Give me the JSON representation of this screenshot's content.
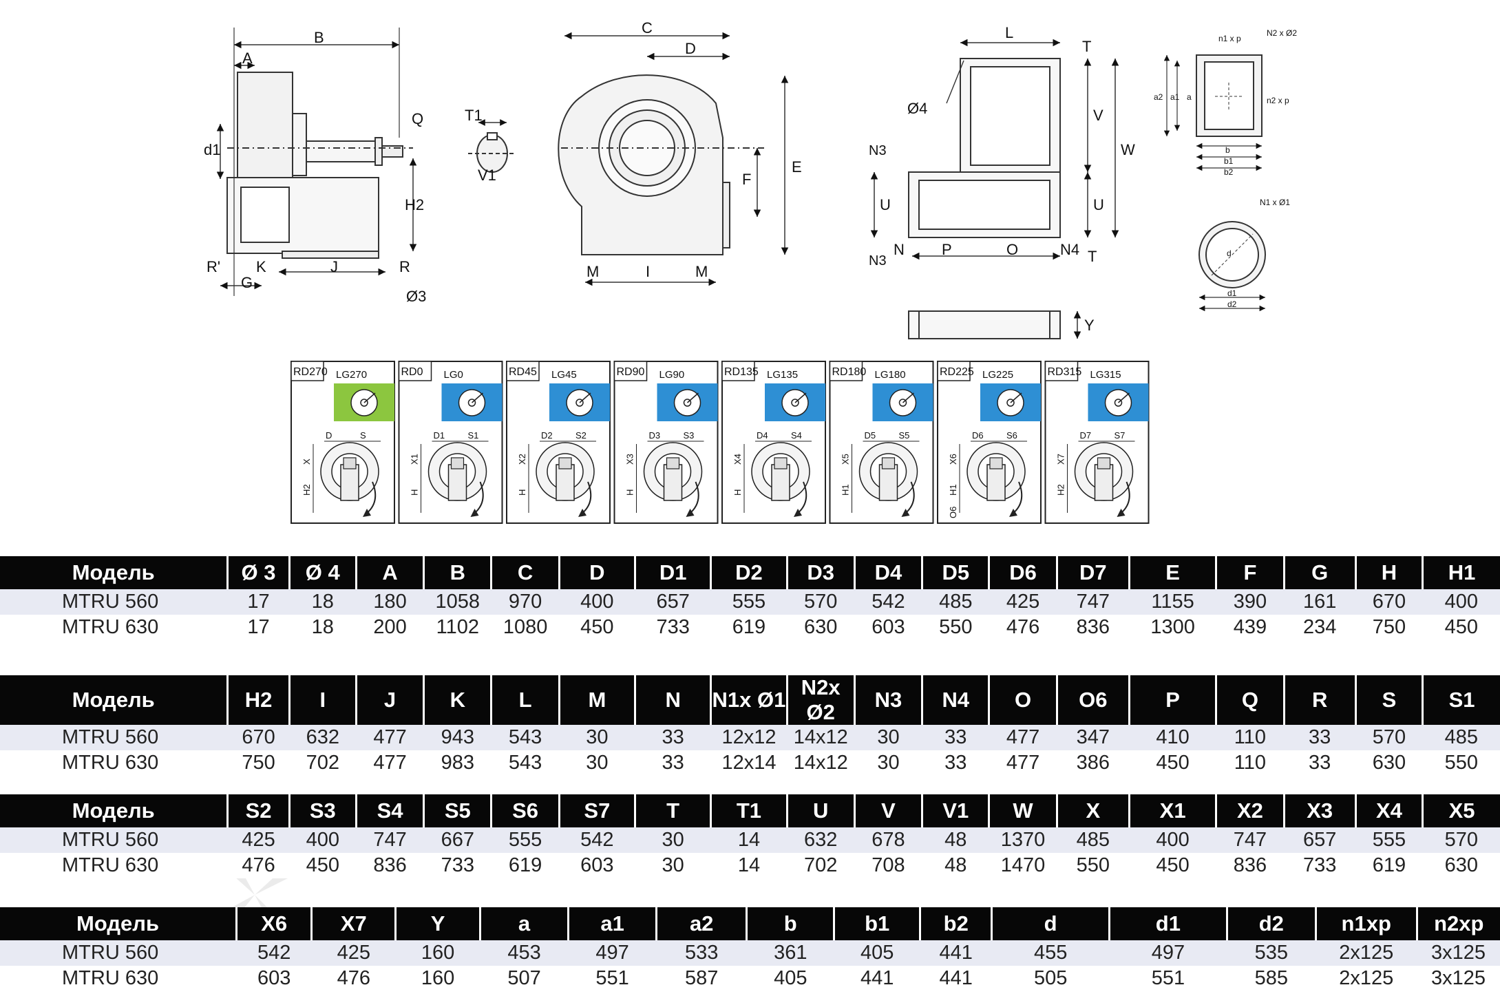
{
  "drawing_labels": {
    "side": [
      "B",
      "A",
      "Q",
      "d1",
      "H2",
      "R'",
      "K",
      "J",
      "R",
      "G",
      "Ø3"
    ],
    "shaft": [
      "T1",
      "V1"
    ],
    "front": [
      "C",
      "D",
      "E",
      "F",
      "M",
      "I",
      "M"
    ],
    "outlet": [
      "L",
      "T",
      "Ø4",
      "V",
      "W",
      "U",
      "U",
      "N3",
      "N3",
      "N",
      "P",
      "O",
      "N4",
      "T",
      "Y"
    ],
    "flange_rect": [
      "n1 x p",
      "N2 x Ø2",
      "a2",
      "a1",
      "a",
      "n2 x p",
      "b",
      "b1",
      "b2"
    ],
    "flange_round": [
      "N1 x Ø1",
      "d",
      "d1",
      "d2"
    ]
  },
  "orientations": [
    {
      "rd": "RD270",
      "lg": "LG270",
      "color": "#8cc63f",
      "h1": "X",
      "h2": "H2",
      "d": "D",
      "s": "S"
    },
    {
      "rd": "RD0",
      "lg": "LG0",
      "color": "#2e8fd4",
      "h1": "X1",
      "h2": "H",
      "d": "D1",
      "s": "S1"
    },
    {
      "rd": "RD45",
      "lg": "LG45",
      "color": "#2e8fd4",
      "h1": "X2",
      "h2": "H",
      "d": "D2",
      "s": "S2"
    },
    {
      "rd": "RD90",
      "lg": "LG90",
      "color": "#2e8fd4",
      "h1": "X3",
      "h2": "H",
      "d": "D3",
      "s": "S3"
    },
    {
      "rd": "RD135",
      "lg": "LG135",
      "color": "#2e8fd4",
      "h1": "X4",
      "h2": "H",
      "d": "D4",
      "s": "S4"
    },
    {
      "rd": "RD180",
      "lg": "LG180",
      "color": "#2e8fd4",
      "h1": "X5",
      "h2": "H1",
      "d": "D5",
      "s": "S5"
    },
    {
      "rd": "RD225",
      "lg": "LG225",
      "color": "#2e8fd4",
      "h1": "X6",
      "h2": "H1",
      "h3": "O6",
      "d": "D6",
      "s": "S6"
    },
    {
      "rd": "RD315",
      "lg": "LG315",
      "color": "#2e8fd4",
      "h1": "X7",
      "h2": "H2",
      "d": "D7",
      "s": "S7"
    }
  ],
  "tables": [
    {
      "headers": [
        "Модель",
        "Ø 3",
        "Ø 4",
        "A",
        "B",
        "C",
        "D",
        "D1",
        "D2",
        "D3",
        "D4",
        "D5",
        "D6",
        "D7",
        "E",
        "F",
        "G",
        "H",
        "H1"
      ],
      "rows": [
        [
          "MTRU 560",
          "17",
          "18",
          "180",
          "1058",
          "970",
          "400",
          "657",
          "555",
          "570",
          "542",
          "485",
          "425",
          "747",
          "1155",
          "390",
          "161",
          "670",
          "400"
        ],
        [
          "MTRU 630",
          "17",
          "18",
          "200",
          "1102",
          "1080",
          "450",
          "733",
          "619",
          "630",
          "603",
          "550",
          "476",
          "836",
          "1300",
          "439",
          "234",
          "750",
          "450"
        ]
      ]
    },
    {
      "headers": [
        "Модель",
        "H2",
        "I",
        "J",
        "K",
        "L",
        "M",
        "N",
        "N1x Ø1",
        "N2x Ø2",
        "N3",
        "N4",
        "O",
        "O6",
        "P",
        "Q",
        "R",
        "S",
        "S1"
      ],
      "rows": [
        [
          "MTRU 560",
          "670",
          "632",
          "477",
          "943",
          "543",
          "30",
          "33",
          "12x12",
          "14x12",
          "30",
          "33",
          "477",
          "347",
          "410",
          "110",
          "33",
          "570",
          "485"
        ],
        [
          "MTRU 630",
          "750",
          "702",
          "477",
          "983",
          "543",
          "30",
          "33",
          "12x14",
          "14x12",
          "30",
          "33",
          "477",
          "386",
          "450",
          "110",
          "33",
          "630",
          "550"
        ]
      ]
    },
    {
      "headers": [
        "Модель",
        "S2",
        "S3",
        "S4",
        "S5",
        "S6",
        "S7",
        "T",
        "T1",
        "U",
        "V",
        "V1",
        "W",
        "X",
        "X1",
        "X2",
        "X3",
        "X4",
        "X5"
      ],
      "rows": [
        [
          "MTRU 560",
          "425",
          "400",
          "747",
          "667",
          "555",
          "542",
          "30",
          "14",
          "632",
          "678",
          "48",
          "1370",
          "485",
          "400",
          "747",
          "657",
          "555",
          "570"
        ],
        [
          "MTRU 630",
          "476",
          "450",
          "836",
          "733",
          "619",
          "603",
          "30",
          "14",
          "702",
          "708",
          "48",
          "1470",
          "550",
          "450",
          "836",
          "733",
          "619",
          "630"
        ]
      ]
    },
    {
      "headers": [
        "Модель",
        "X6",
        "X7",
        "Y",
        "a",
        "a1",
        "a2",
        "b",
        "b1",
        "b2",
        "d",
        "d1",
        "d2",
        "n1xp",
        "n2xp"
      ],
      "rows": [
        [
          "MTRU 560",
          "542",
          "425",
          "160",
          "453",
          "497",
          "533",
          "361",
          "405",
          "441",
          "455",
          "497",
          "535",
          "2x125",
          "3x125"
        ],
        [
          "MTRU 630",
          "603",
          "476",
          "160",
          "507",
          "551",
          "587",
          "405",
          "441",
          "441",
          "505",
          "551",
          "585",
          "2x125",
          "3x125"
        ]
      ]
    }
  ],
  "watermark": {
    "text_main": "vent",
    "text_accent": "el"
  }
}
